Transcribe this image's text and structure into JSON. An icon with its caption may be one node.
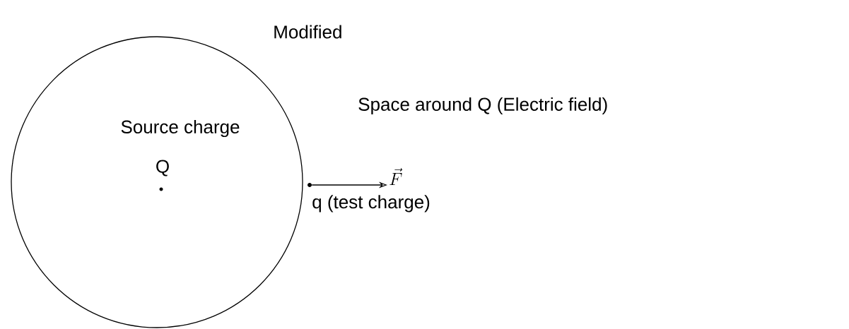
{
  "diagram": {
    "nodes": [
      {
        "text": [
          "Source charge",
          "Q"
        ]
      },
      {
        "text": [],
        "shape": "circle",
        "beside": [
          "q (test charge)"
        ]
      },
      {
        "text": [
          "\\vec{F}"
        ]
      }
    ],
    "edges": [
      {
        "from": 1,
        "to": 2,
        "arrow": "to"
      }
    ],
    "labels": [
      "Modified",
      "Space around Q (Electric field)"
    ]
  }
}
